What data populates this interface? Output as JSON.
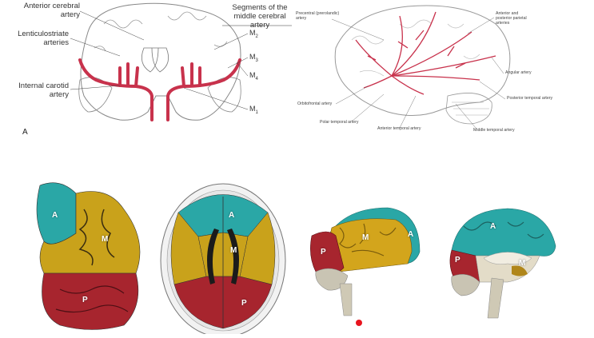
{
  "coronal": {
    "labels": {
      "aca": "Anterior cerebral\nartery",
      "lenticulostriate": "Lenticulostriate\narteries",
      "ica": "Internal carotid\nartery",
      "segments_title": "Segments of the\nmiddle cerebral artery"
    },
    "segments": {
      "m2": "M",
      "m2_sub": "2",
      "m3": "M",
      "m3_sub": "3",
      "m4": "M",
      "m4_sub": "4",
      "m1": "M",
      "m1_sub": "1"
    },
    "panel_letter": "A"
  },
  "lateral": {
    "labels": {
      "precentral": "Precentral (prerolandic)\nartery",
      "anterior_posterior_parietal": "Anterior and\nposterior parietal\narteries",
      "angular": "Angular artery",
      "posterior_temporal": "Posterior temporal artery",
      "orbitofrontal": "Orbitofrontal artery",
      "polar_temporal": "Polar temporal artery",
      "anterior_temporal": "Anterior temporal artery",
      "middle_temporal": "Middle temporal artery"
    }
  },
  "territories": {
    "coronal_slice": {
      "a": "A",
      "m": "M",
      "p": "P"
    },
    "axial": {
      "a": "A",
      "m": "M",
      "p": "P"
    },
    "lateral_3d": {
      "a": "A",
      "m": "M",
      "p": "P"
    },
    "medial_3d": {
      "a": "A",
      "m": "M",
      "p": "P"
    }
  },
  "colors": {
    "aca": "#2aa7a6",
    "mca": "#c9a21b",
    "pca": "#a7252e",
    "artery": "#c8324c",
    "laser_dot": "#e8141e"
  }
}
